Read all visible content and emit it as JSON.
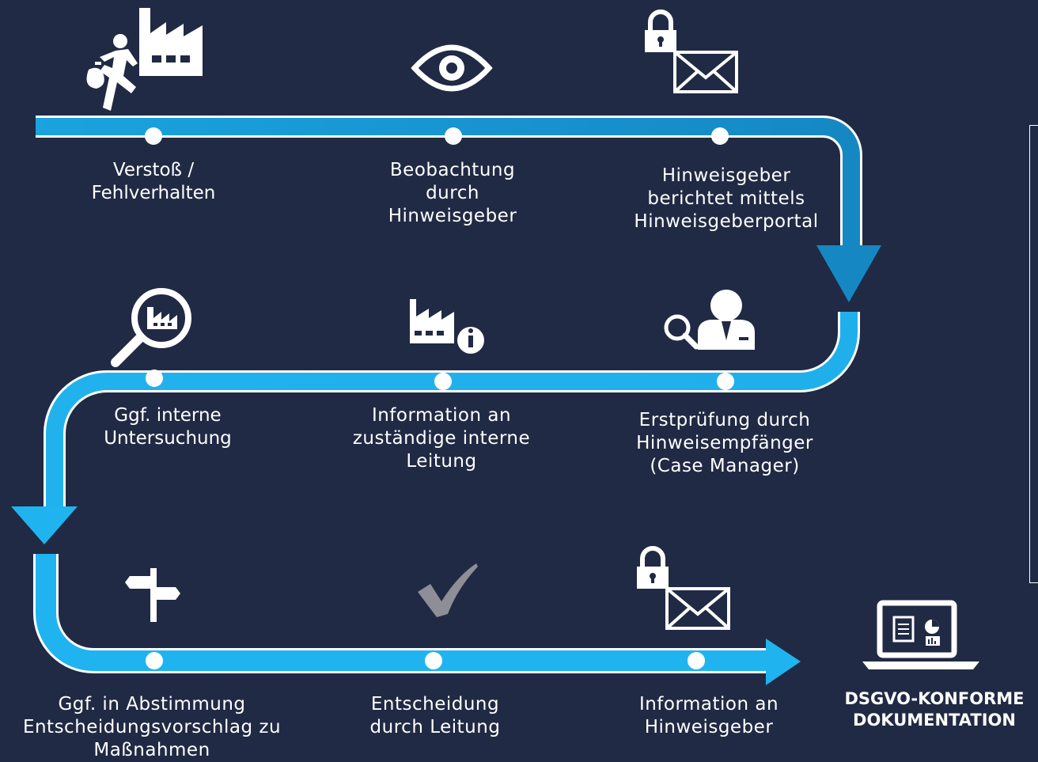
{
  "colors": {
    "background": "#212a44",
    "track_top": "#1a9ad6",
    "track_mid": "#1fb0ec",
    "track_bottom": "#1fb4f0",
    "node": "#ffffff",
    "icon": "#ffffff"
  },
  "steps": [
    {
      "label": "Verstoß /\nFehlverhalten",
      "icon": "thief-factory-icon"
    },
    {
      "label": "Beobachtung\ndurch\nHinweisgeber",
      "icon": "eye-icon"
    },
    {
      "label": "Hinweisgeber\nberichtet mittels\nHinweisgeberportal",
      "icon": "lock-mail-icon"
    },
    {
      "label": "Erstprüfung durch\nHinweisempfänger\n(Case Manager)",
      "icon": "investigator-icon"
    },
    {
      "label": "Information an\nzuständige interne\nLeitung",
      "icon": "factory-info-icon"
    },
    {
      "label": "Ggf. interne\nUntersuchung",
      "icon": "factory-magnifier-icon"
    },
    {
      "label": "Ggf. in Abstimmung\nEntscheidungsvorschlag zu\nMaßnahmen",
      "icon": "signpost-icon"
    },
    {
      "label": "Entscheidung\ndurch Leitung",
      "icon": "checkmark-icon"
    },
    {
      "label": "Information an\nHinweisgeber",
      "icon": "lock-mail-icon"
    }
  ],
  "documentation": {
    "title": "DSGVO-KONFORME\nDOKUMENTATION",
    "icon": "laptop-report-icon"
  }
}
